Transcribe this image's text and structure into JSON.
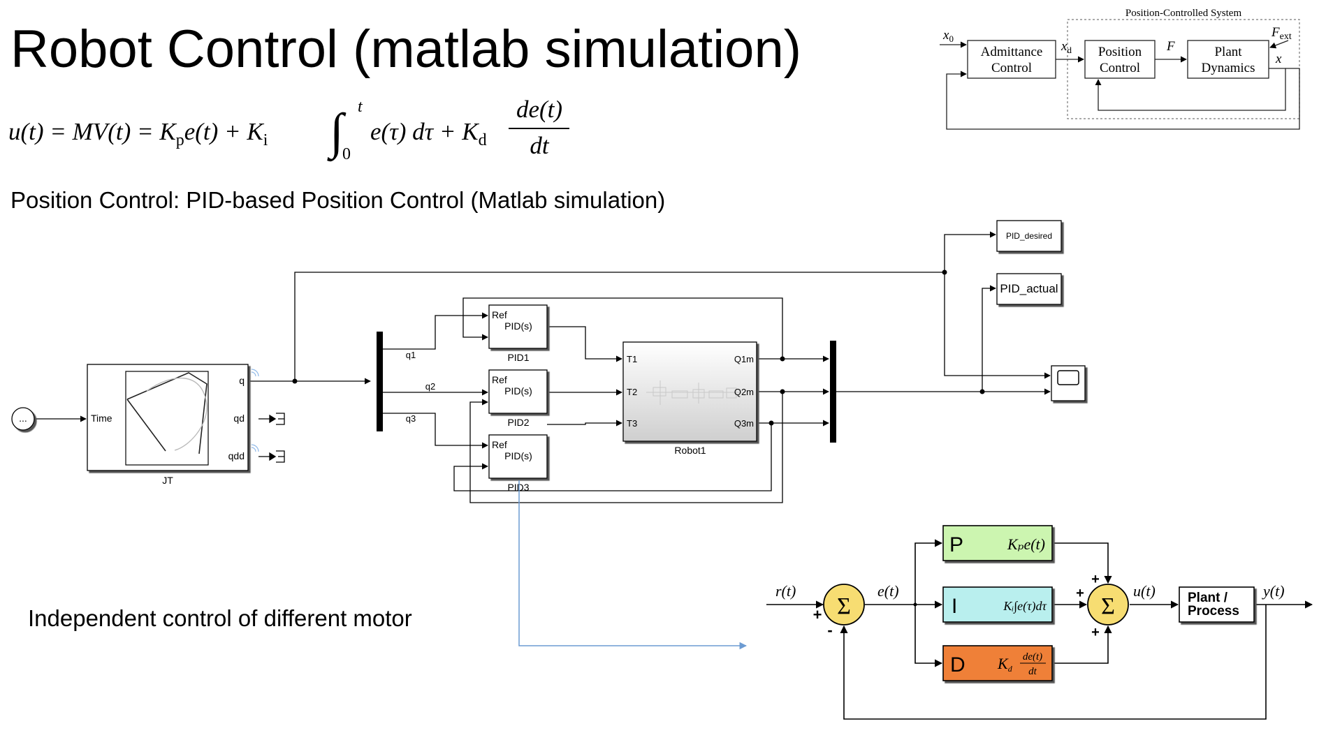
{
  "slide": {
    "title": "Robot Control (matlab simulation)",
    "subtitle": "Position Control: PID-based Position Control (Matlab simulation)",
    "note": "Independent control of different motor"
  },
  "formula": {
    "lhs": "u(t) = MV(t) = ",
    "kp": "K",
    "kp_sub": "p",
    "e_t": "e(t) + ",
    "ki": "K",
    "ki_sub": "i",
    "upper": "t",
    "lower": "0",
    "integrand": "e(τ) dτ + ",
    "kd": "K",
    "kd_sub": "d",
    "num": "de(t)",
    "den": "dt"
  },
  "admittance": {
    "system_label": "Position-Controlled System",
    "x0": "x",
    "x0_sub": "0",
    "xd": "x",
    "xd_sub": "d",
    "f": "F",
    "fext": "F",
    "fext_sub": "ext",
    "x": "x",
    "b1": [
      "Admittance",
      "Control"
    ],
    "b2": [
      "Position",
      "Control"
    ],
    "b3": [
      "Plant",
      "Dynamics"
    ]
  },
  "simulink": {
    "jt_label": "JT",
    "time_port": "Time",
    "clock_glyph": "...",
    "out_q": "q",
    "out_qd": "qd",
    "out_qdd": "qdd",
    "q1": "q1",
    "q2": "q2",
    "q3": "q3",
    "pid_ref": "Ref",
    "pid_name": "PID(s)",
    "pid1": "PID1",
    "pid2": "PID2",
    "pid3": "PID3",
    "t1": "T1",
    "t2": "T2",
    "t3": "T3",
    "q1m": "Q1m",
    "q2m": "Q2m",
    "q3m": "Q3m",
    "robot": "Robot1",
    "desired": "PID_desired",
    "actual": "PID_actual"
  },
  "pid_diagram": {
    "r": "r(t)",
    "e": "e(t)",
    "u": "u(t)",
    "y": "y(t)",
    "sum_glyph": "Σ",
    "plus": "+",
    "minus": "-",
    "p_letter": "P",
    "i_letter": "I",
    "d_letter": "D",
    "p_expr": "Kₚe(t)",
    "i_expr": "Kᵢ∫e(τ)dτ",
    "d_expr_k": "K",
    "d_expr_k_sub": "d",
    "d_num": "de(t)",
    "d_den": "dt",
    "plant_line1": "Plant /",
    "plant_line2": "Process"
  },
  "colors": {
    "p_block": "#CCF5B0",
    "i_block": "#B9EFEE",
    "d_block": "#EF8038",
    "sum_fill": "#F7DD72",
    "annotation_line": "#6C9BD2"
  }
}
